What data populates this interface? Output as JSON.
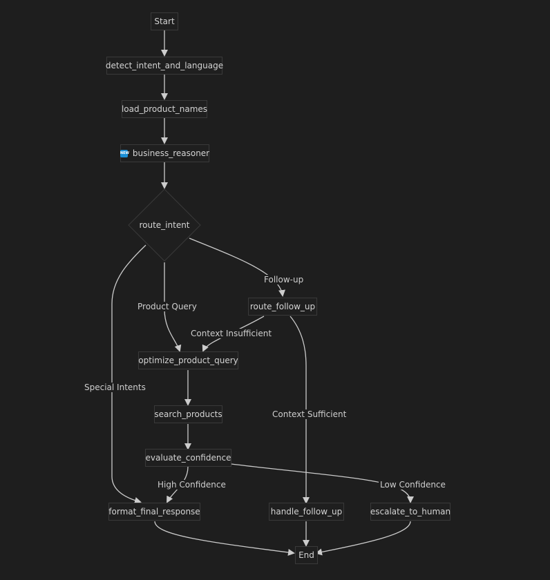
{
  "nodes": {
    "start": "Start",
    "detect_intent_and_language": "detect_intent_and_language",
    "load_product_names": "load_product_names",
    "business_reasoner": "business_reasoner",
    "business_reasoner_icon": "new-badge-icon",
    "route_intent": "route_intent",
    "route_follow_up": "route_follow_up",
    "optimize_product_query": "optimize_product_query",
    "search_products": "search_products",
    "evaluate_confidence": "evaluate_confidence",
    "format_final_response": "format_final_response",
    "handle_follow_up": "handle_follow_up",
    "escalate_to_human": "escalate_to_human",
    "end": "End"
  },
  "edge_labels": {
    "follow_up": "Follow-up",
    "product_query": "Product Query",
    "context_insufficient": "Context Insufficient",
    "special_intents": "Special Intents",
    "context_sufficient": "Context Sufficient",
    "high_confidence": "High Confidence",
    "low_confidence": "Low Confidence"
  },
  "colors": {
    "background": "#1e1e1e",
    "node_border": "#3a3a3a",
    "edge": "#cccccc",
    "badge": "#1b8fd6"
  }
}
